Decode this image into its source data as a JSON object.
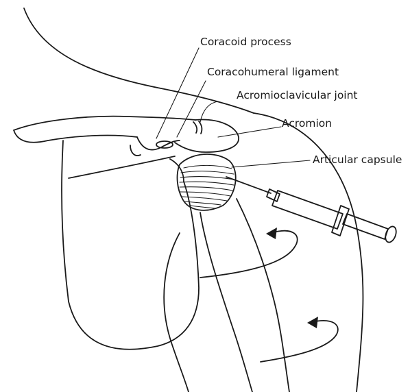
{
  "labels": {
    "coracoid_process": "Coracoid process",
    "coracohumeral_ligament": "Coracohumeral ligament",
    "acromioclavicular_joint": "Acromioclavicular joint",
    "acromion": "Acromion",
    "articular_capsule": "Articular capsule"
  },
  "colors": {
    "ink": "#1a1a1a",
    "background": "#ffffff"
  }
}
